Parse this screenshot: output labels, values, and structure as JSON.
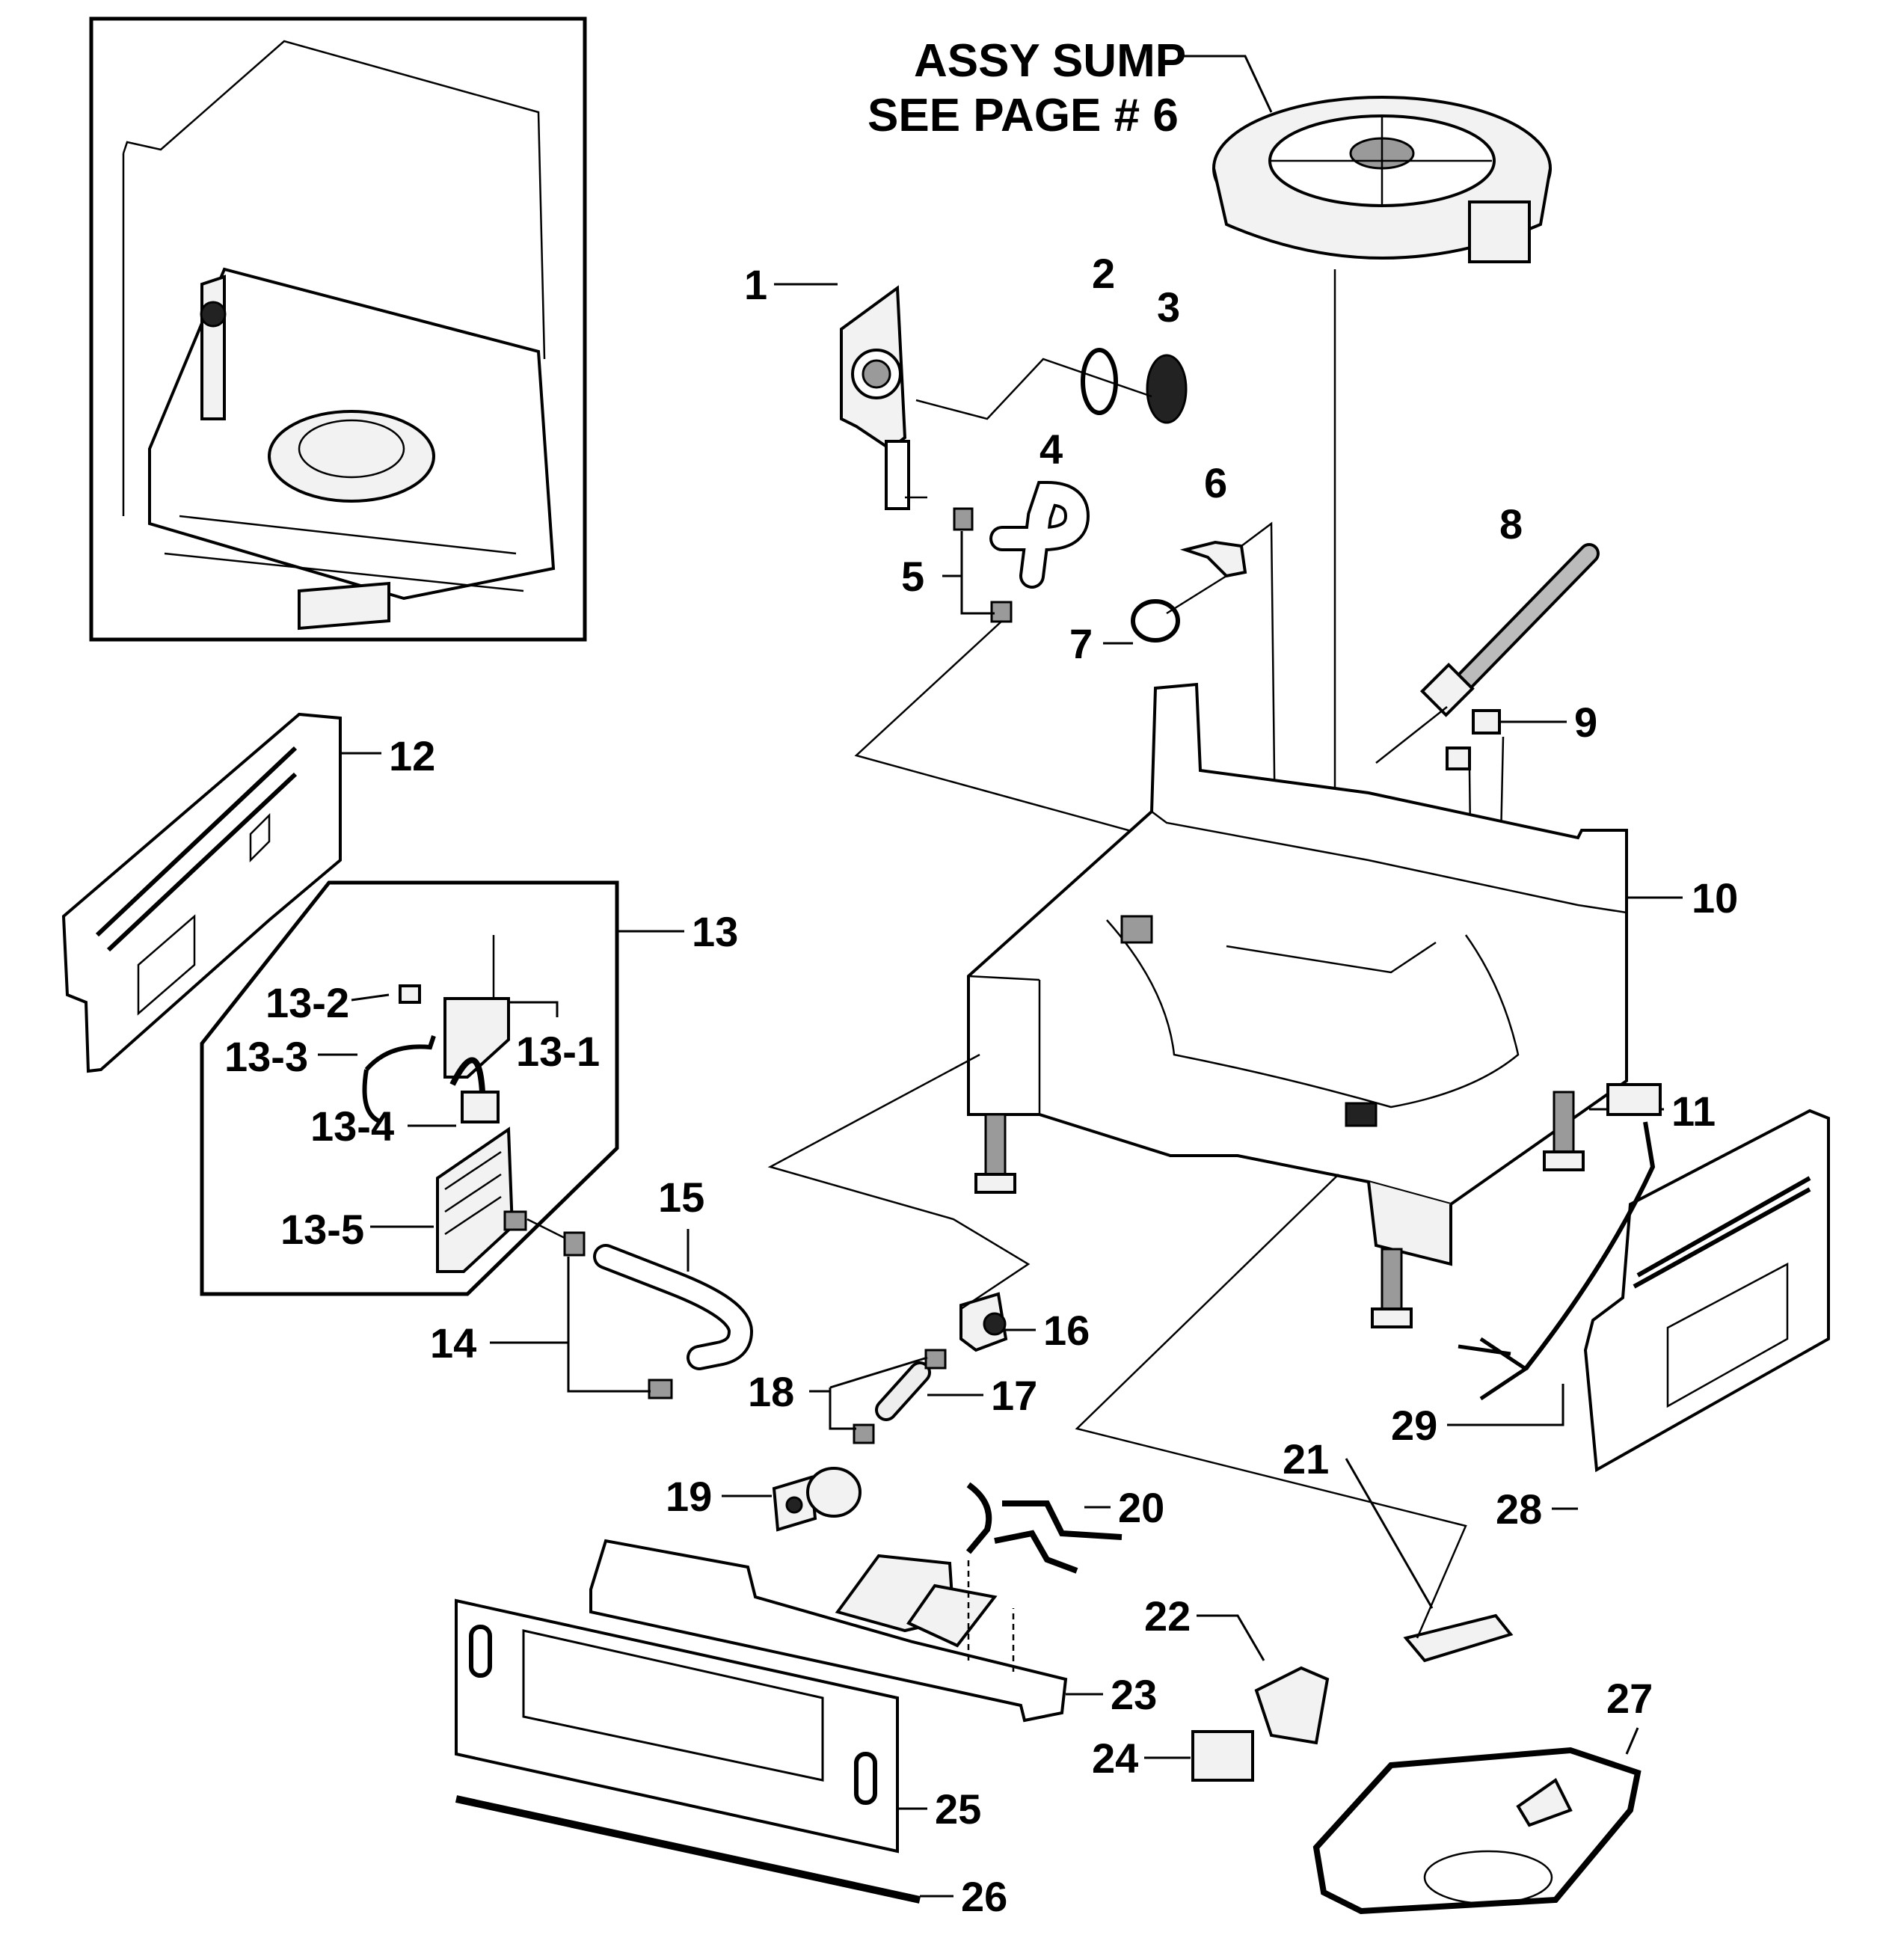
{
  "header": {
    "assy_line1": "ASSY SUMP",
    "assy_line2": "SEE PAGE # 6"
  },
  "callouts": [
    "1",
    "2",
    "3",
    "4",
    "5",
    "6",
    "7",
    "8",
    "9",
    "10",
    "11",
    "12",
    "13",
    "13-1",
    "13-2",
    "13-3",
    "13-4",
    "13-5",
    "14",
    "15",
    "16",
    "17",
    "18",
    "19",
    "20",
    "21",
    "22",
    "23",
    "24",
    "25",
    "26",
    "27",
    "28",
    "29"
  ]
}
